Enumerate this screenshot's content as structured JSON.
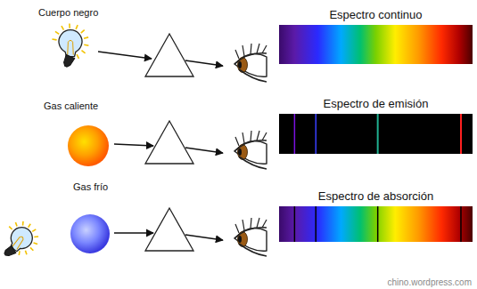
{
  "diagram": {
    "nodes": [
      {
        "text": [
          "Cuerpo negro"
        ]
      },
      {
        "text": [
          "Espectro continuo"
        ]
      },
      {
        "text": [
          "Gas caliente"
        ]
      },
      {
        "text": [
          "Espectro de emisión"
        ]
      },
      {
        "text": [
          "Gas frío"
        ]
      },
      {
        "text": [
          "Espectro de absorción"
        ]
      }
    ],
    "labels": [
      "chino.wordpress.com"
    ]
  }
}
